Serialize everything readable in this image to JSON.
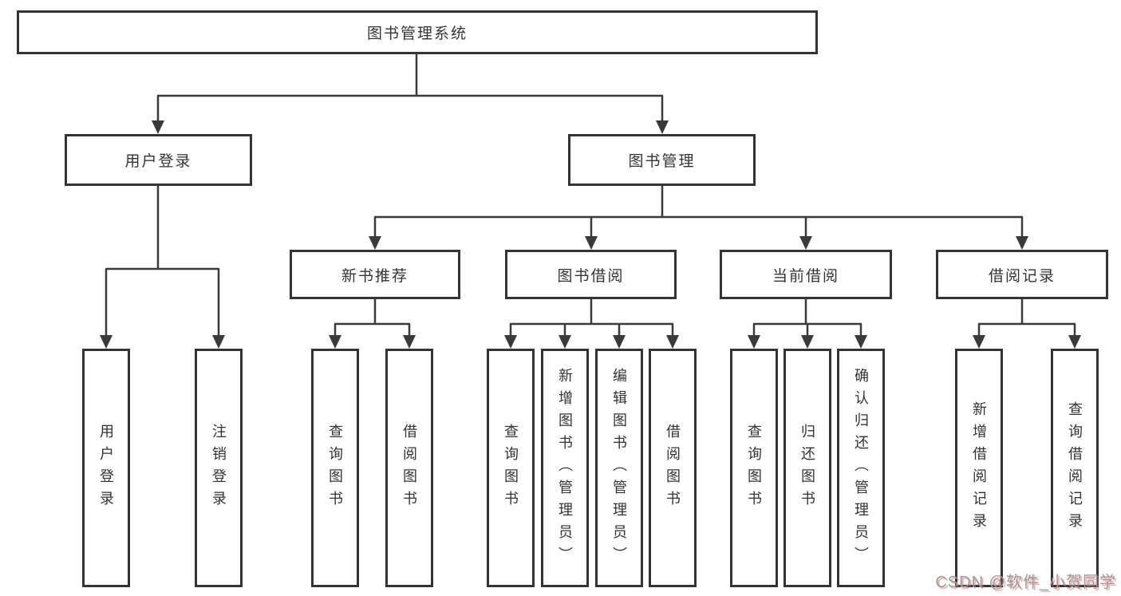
{
  "tree": {
    "root": {
      "label": "图书管理系统"
    },
    "branches": [
      {
        "label": "用户登录",
        "children": [
          {
            "label": "用户登录"
          },
          {
            "label": "注销登录"
          }
        ]
      },
      {
        "label": "图书管理",
        "children": [
          {
            "label": "新书推荐",
            "children": [
              {
                "label": "查询图书"
              },
              {
                "label": "借阅图书"
              }
            ]
          },
          {
            "label": "图书借阅",
            "children": [
              {
                "label": "查询图书"
              },
              {
                "label": "新增图书（管理员）"
              },
              {
                "label": "编辑图书（管理员）"
              },
              {
                "label": "借阅图书"
              }
            ]
          },
          {
            "label": "当前借阅",
            "children": [
              {
                "label": "查询图书"
              },
              {
                "label": "归还图书"
              },
              {
                "label": "确认归还（管理员）"
              }
            ]
          },
          {
            "label": "借阅记录",
            "children": [
              {
                "label": "新增借阅记录"
              },
              {
                "label": "查询借阅记录"
              }
            ]
          }
        ]
      }
    ]
  },
  "watermark": {
    "text": "CSDN @软件_小贺同学"
  },
  "colors": {
    "line": "#3a3a3a",
    "box_border": "#343434",
    "box_fill": "#ffffff",
    "text": "#333333",
    "watermark_text": "#9c9c9c",
    "watermark_shadow": "#e46969"
  }
}
